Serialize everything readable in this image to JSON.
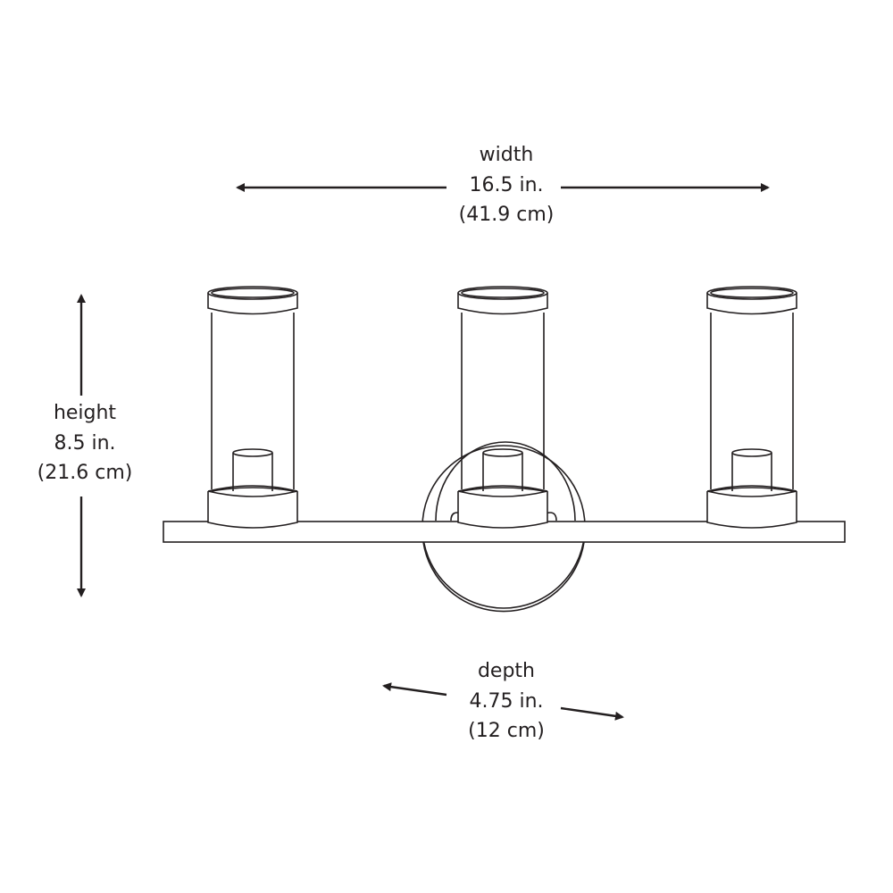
{
  "dimensions": {
    "width": {
      "label": "width",
      "imperial": "16.5 in.",
      "metric": "(41.9 cm)"
    },
    "height": {
      "label": "height",
      "imperial": "8.5 in.",
      "metric": "(21.6 cm)"
    },
    "depth": {
      "label": "depth",
      "imperial": "4.75 in.",
      "metric": "(12 cm)"
    }
  },
  "colors": {
    "line": "#231f20",
    "background": "#ffffff"
  }
}
